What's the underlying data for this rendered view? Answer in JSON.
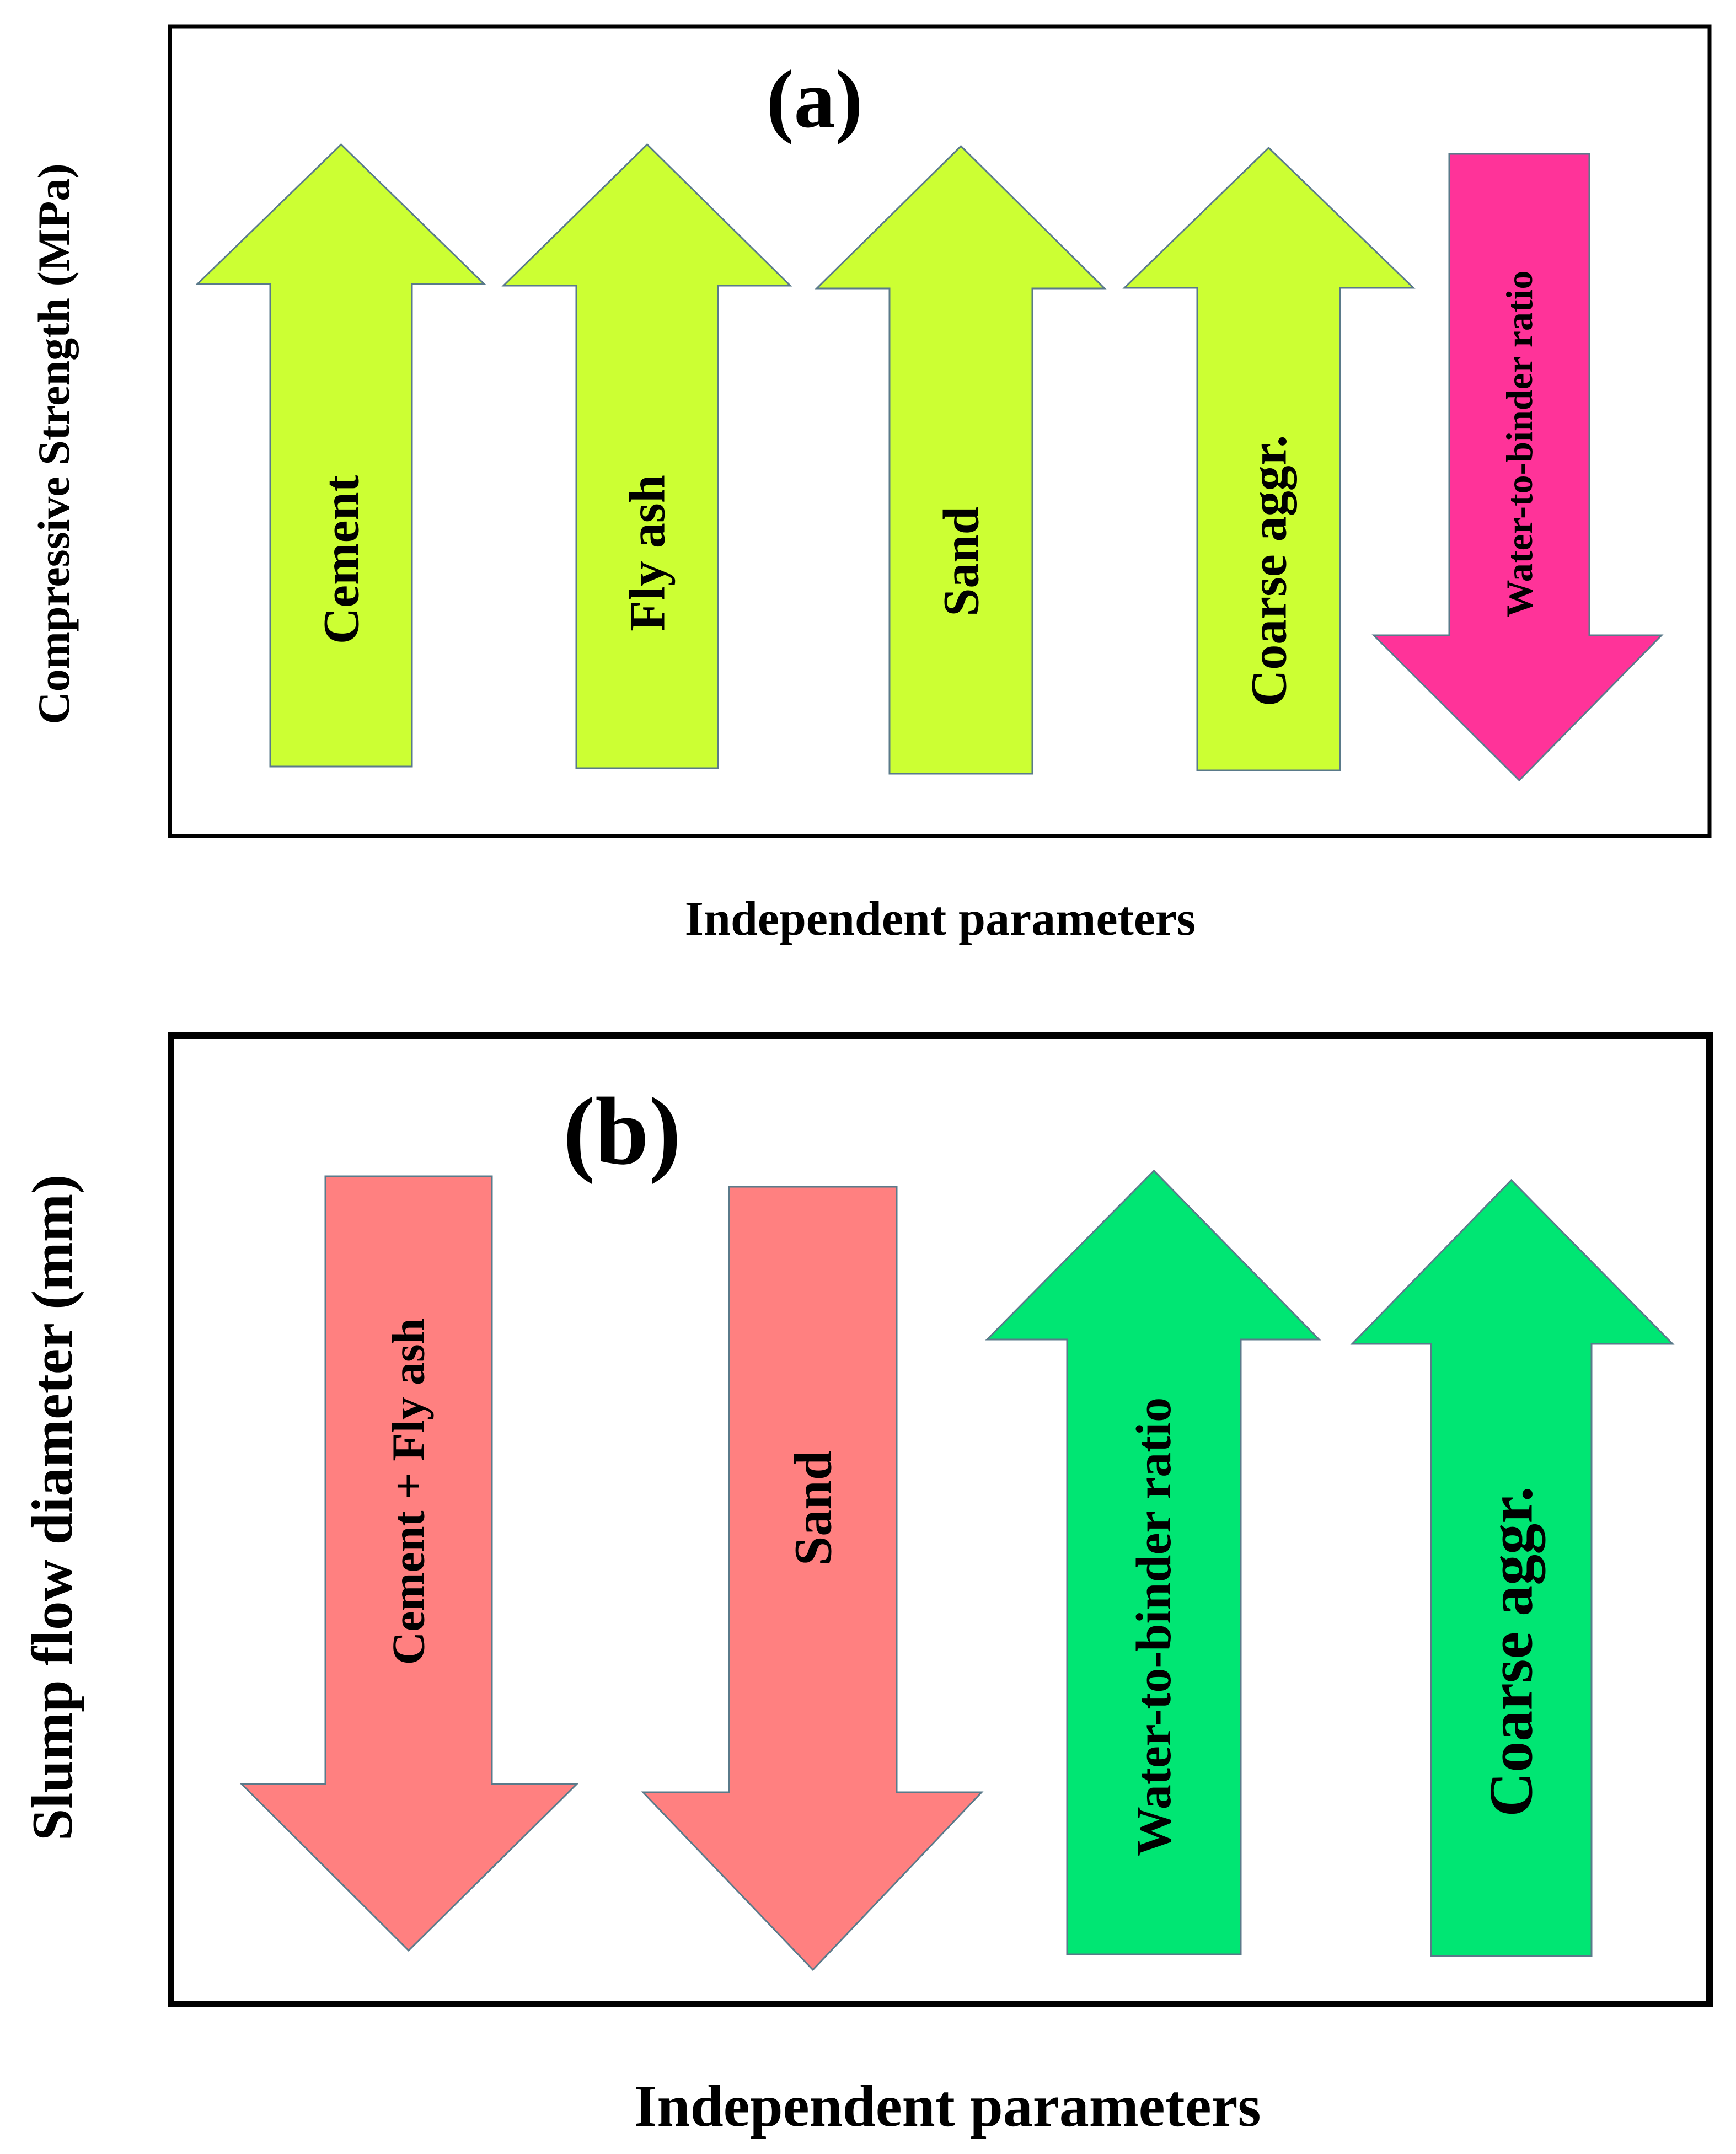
{
  "colors": {
    "up_green_a": "#ccff33",
    "down_magenta_a": "#ff3399",
    "down_salmon_b": "#ff8080",
    "up_teal_b": "#00e673",
    "arrow_stroke": "#5a7a8a"
  },
  "panel_a": {
    "label": "(a)",
    "y_axis_label": "Compressive Strength (MPa)",
    "x_axis_label": "Independent parameters",
    "arrows": [
      {
        "label": "Cement",
        "direction": "up",
        "color": "#ccff33"
      },
      {
        "label": "Fly ash",
        "direction": "up",
        "color": "#ccff33"
      },
      {
        "label": "Sand",
        "direction": "up",
        "color": "#ccff33"
      },
      {
        "label": "Coarse aggr.",
        "direction": "up",
        "color": "#ccff33"
      },
      {
        "label": "Water-to-binder ratio",
        "direction": "down",
        "color": "#ff3399"
      }
    ]
  },
  "panel_b": {
    "label": "(b)",
    "y_axis_label": "Slump flow diameter (mm)",
    "x_axis_label": "Independent parameters",
    "arrows": [
      {
        "label": "Cement + Fly ash",
        "direction": "down",
        "color": "#ff8080"
      },
      {
        "label": "Sand",
        "direction": "down",
        "color": "#ff8080"
      },
      {
        "label": "Water-to-binder ratio",
        "direction": "up",
        "color": "#00e673"
      },
      {
        "label": "Coarse aggr.",
        "direction": "up",
        "color": "#00e673"
      }
    ]
  }
}
